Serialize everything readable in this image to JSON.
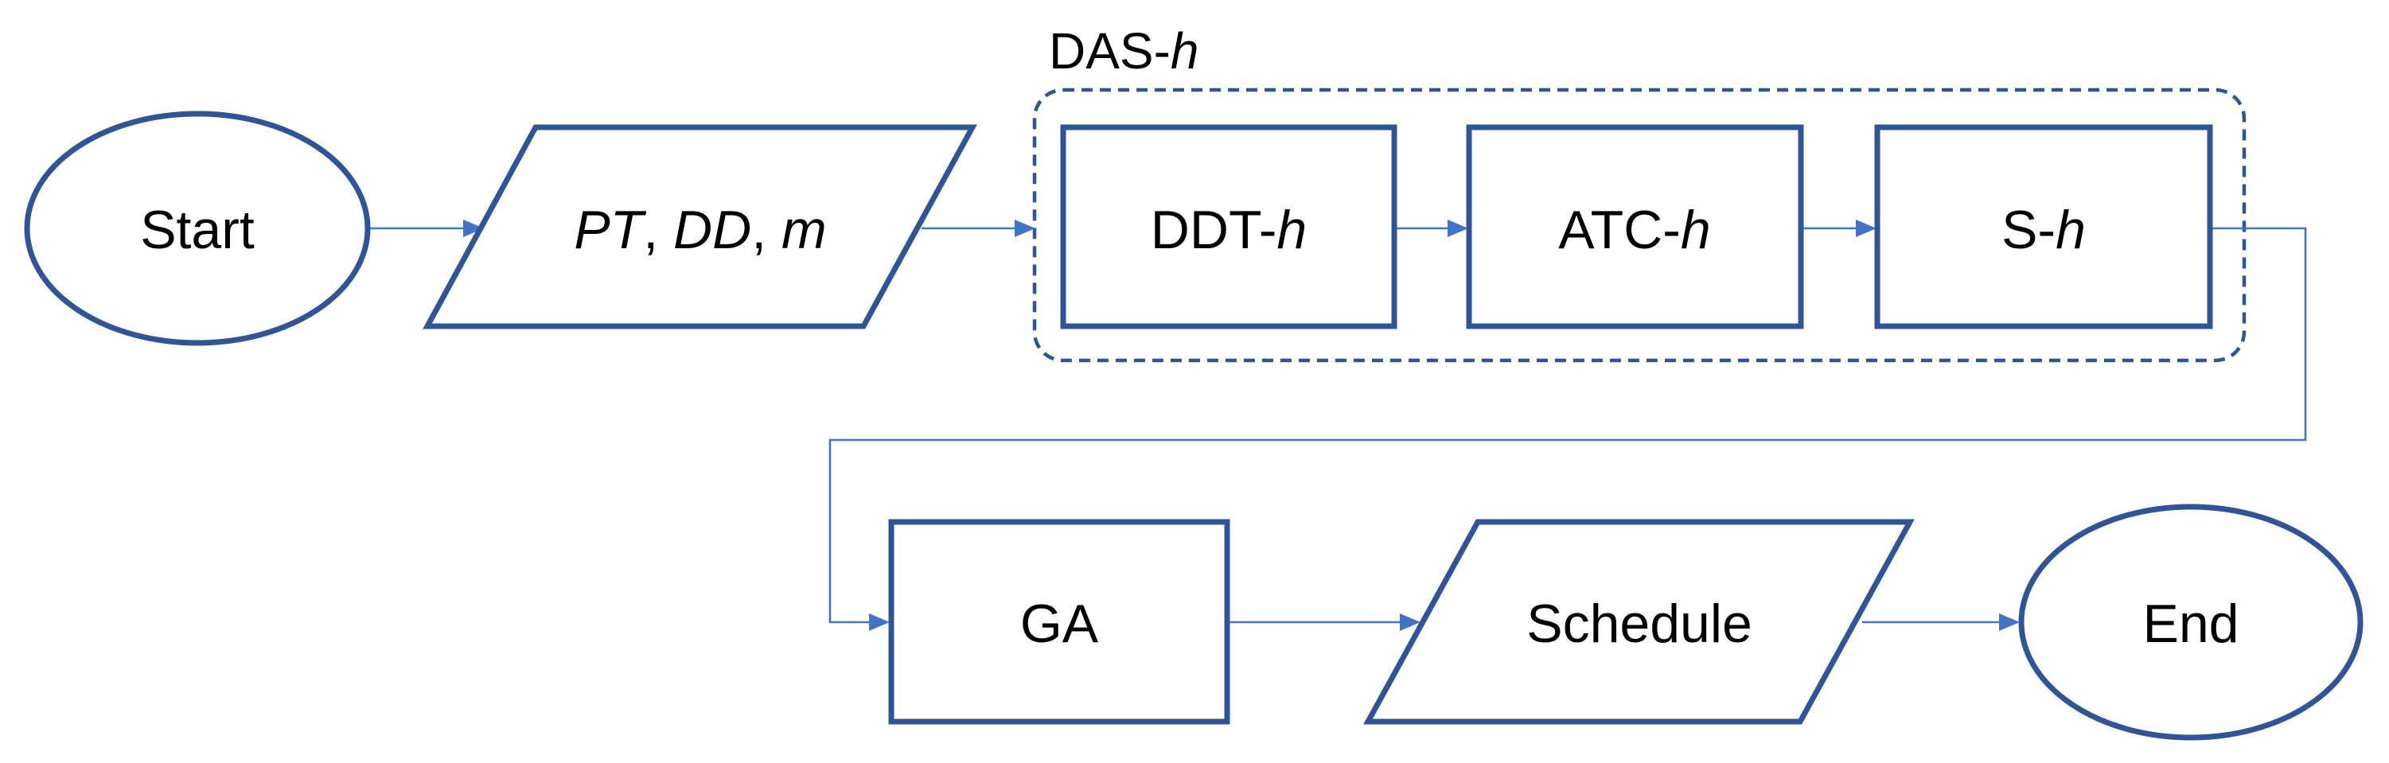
{
  "diagram": {
    "group": {
      "label_prefix": "DAS-",
      "label_suffix": "h"
    },
    "nodes": {
      "start": {
        "label": "Start"
      },
      "input": {
        "pt": "PT",
        "sep1": ", ",
        "dd": "DD",
        "sep2": ", ",
        "m": "m"
      },
      "ddt": {
        "prefix": "DDT-",
        "suffix": "h"
      },
      "atc": {
        "prefix": "ATC-",
        "suffix": "h"
      },
      "s": {
        "prefix": "S-",
        "suffix": "h"
      },
      "ga": {
        "label": "GA"
      },
      "schedule": {
        "label": "Schedule"
      },
      "end": {
        "label": "End"
      }
    },
    "colors": {
      "shape_stroke": "#2f5597",
      "connector": "#4472c4",
      "fill": "#ffffff"
    }
  }
}
